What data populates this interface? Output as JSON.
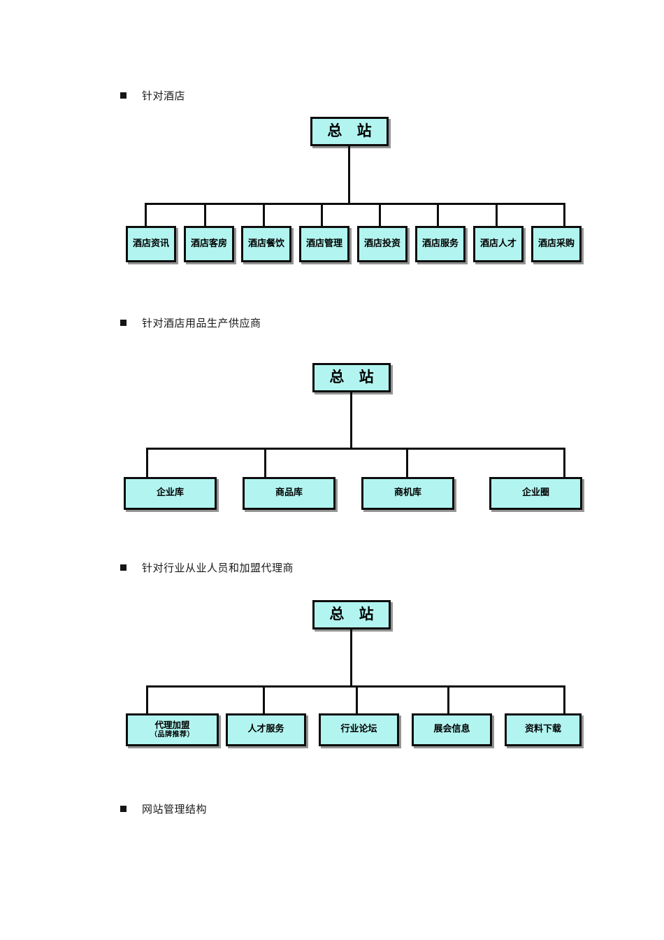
{
  "document": {
    "page_background": "#ffffff",
    "node_fill": "#b2f5f0",
    "node_border": "#0d0d0d"
  },
  "sections": [
    {
      "bullet": "针对酒店",
      "root": "总 站",
      "leaves": [
        "酒店资讯",
        "酒店客房",
        "酒店餐饮",
        "酒店管理",
        "酒店投资",
        "酒店服务",
        "酒店人才",
        "酒店采购"
      ]
    },
    {
      "bullet": "针对酒店用品生产供应商",
      "root": "总 站",
      "leaves": [
        "企业库",
        "商品库",
        "商机库",
        "企业圈"
      ]
    },
    {
      "bullet": "针对行业从业人员和加盟代理商",
      "root": "总 站",
      "leaves": [
        "代理加盟",
        "人才服务",
        "行业论坛",
        "展会信息",
        "资料下载"
      ],
      "leaf_sublabels": [
        "（品牌推荐）",
        "",
        "",
        "",
        ""
      ]
    },
    {
      "bullet": "网站管理结构",
      "root": null,
      "leaves": []
    }
  ]
}
